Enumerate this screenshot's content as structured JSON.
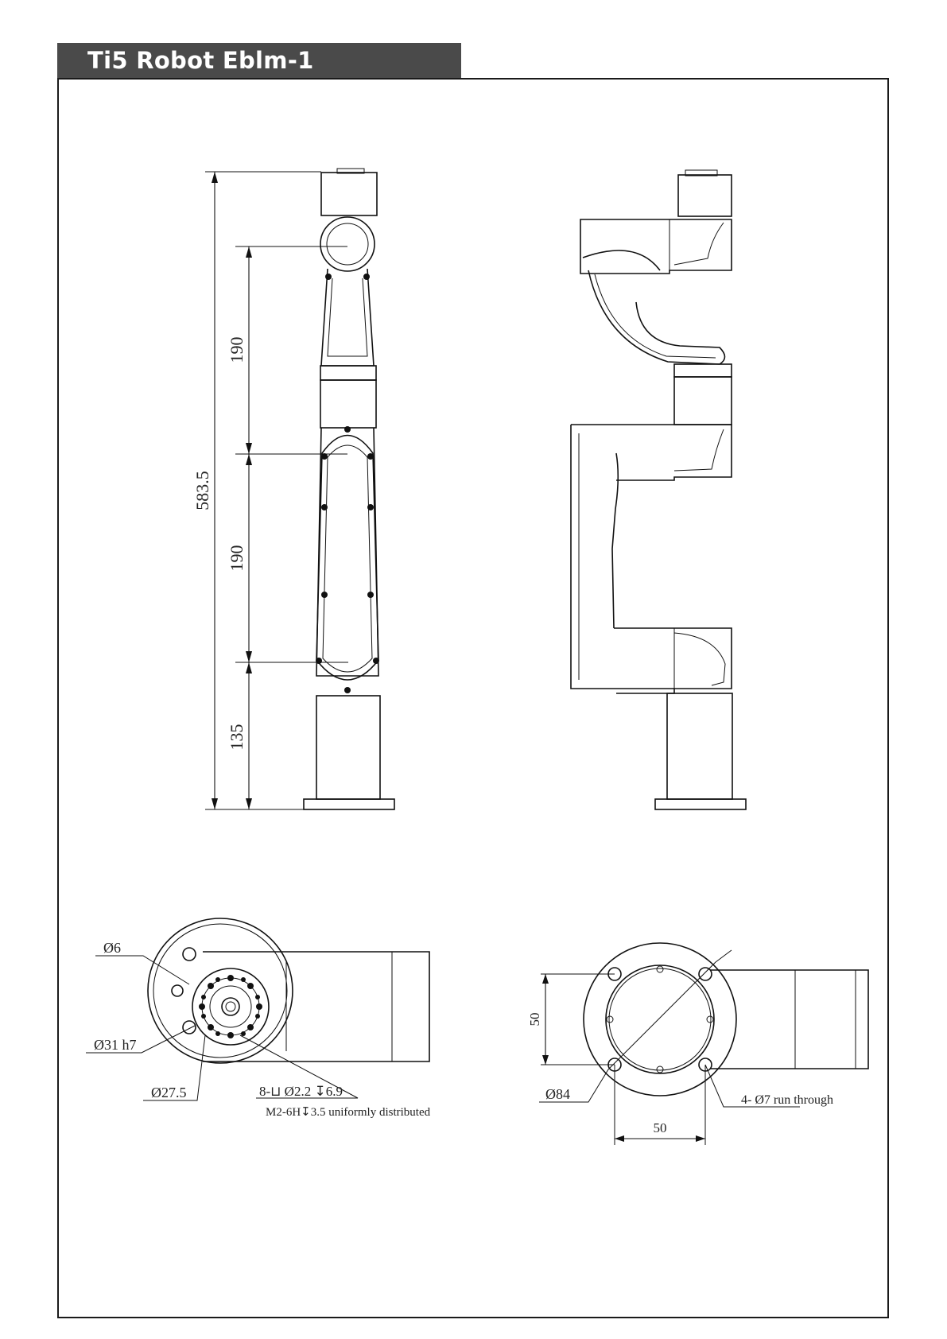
{
  "title": "Ti5 Robot Eblm-1",
  "side_view": {
    "dim_total": "583.5",
    "dim_upper": "190",
    "dim_middle": "190",
    "dim_base": "135"
  },
  "top_view_left": {
    "dia_hole": "Ø6",
    "dia_fit": "Ø31 h7",
    "dia_pcd": "Ø27.5",
    "holes_line1": "8-⊔ Ø2.2 ↧6.9",
    "holes_line2": "M2-6H↧3.5 uniformly distributed"
  },
  "base_view": {
    "dim_vertical": "50",
    "dim_horizontal": "50",
    "dia_pcd": "Ø84",
    "holes_note": "4- Ø7 run through"
  }
}
